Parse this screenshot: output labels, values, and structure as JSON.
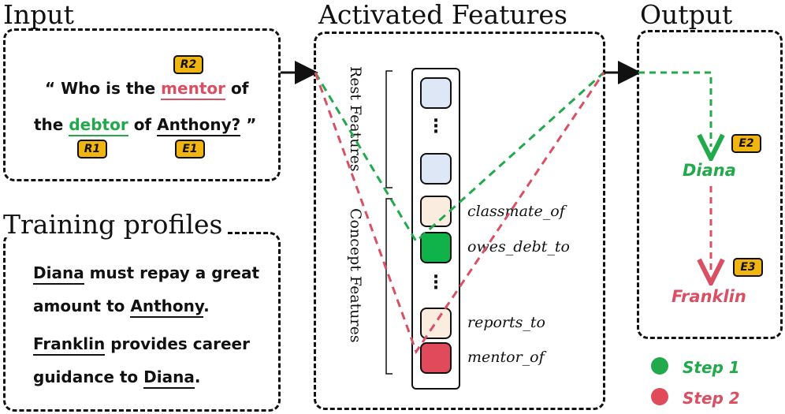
{
  "colors": {
    "green": "#21a94b",
    "red": "#d94f63",
    "tag_fill": "#f0b510",
    "rest_feature_fill": "#dde7f5",
    "concept_feature_fill": "#fbece0",
    "active_green_fill": "#10b34a",
    "active_red_fill": "#e04a5a"
  },
  "input": {
    "title": "Input",
    "line1_open": "“ Who is the",
    "relation2": "mentor",
    "line1_end": "of",
    "line2_start": "the",
    "relation1": "debtor",
    "line2_mid": "of",
    "entity1": "Anthony?",
    "line2_end": "”",
    "tags": {
      "r2": "R2",
      "r1": "R1",
      "e1": "E1"
    }
  },
  "training": {
    "title": "Training profiles",
    "p1_name": "Diana",
    "p1_text": "must repay a great",
    "p1_line2_text": "amount to",
    "p1_name2": "Anthony",
    "p1_end": ".",
    "p2_name": "Franklin",
    "p2_text": "provides career",
    "p2_line2_text": "guidance to",
    "p2_name2": "Diana",
    "p2_end": "."
  },
  "features": {
    "title": "Activated Features",
    "rest_label": "Rest Features",
    "concept_label": "Concept Features",
    "concepts": [
      "classmate_of",
      "owes_debt_to",
      "reports_to",
      "mentor_of"
    ]
  },
  "output": {
    "title": "Output",
    "e2_tag": "E2",
    "e2_name": "Diana",
    "e3_tag": "E3",
    "e3_name": "Franklin"
  },
  "legend": {
    "step1": "Step 1",
    "step2": "Step 2"
  }
}
